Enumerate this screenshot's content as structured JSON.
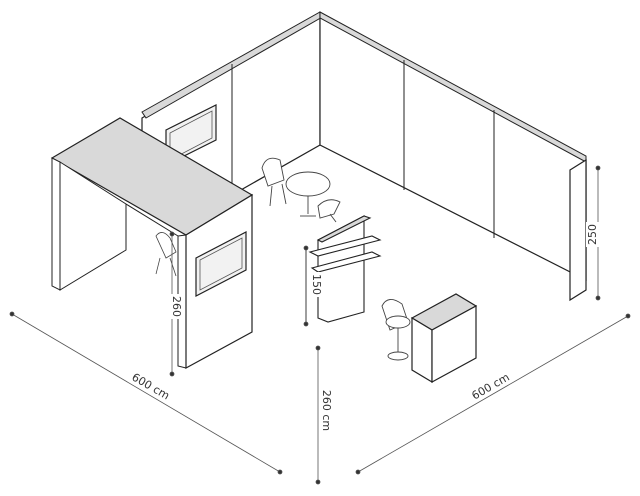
{
  "dimensions": {
    "width_left": "600 cm",
    "width_right": "600 cm",
    "height_front": "260 cm",
    "height_left_wall": "260",
    "height_back_wall": "250",
    "height_shelf": "150"
  },
  "colors": {
    "line": "#222222",
    "wall_face": "#ffffff",
    "wall_top": "#d9d9d9",
    "shadow": "#bbbbbb"
  }
}
